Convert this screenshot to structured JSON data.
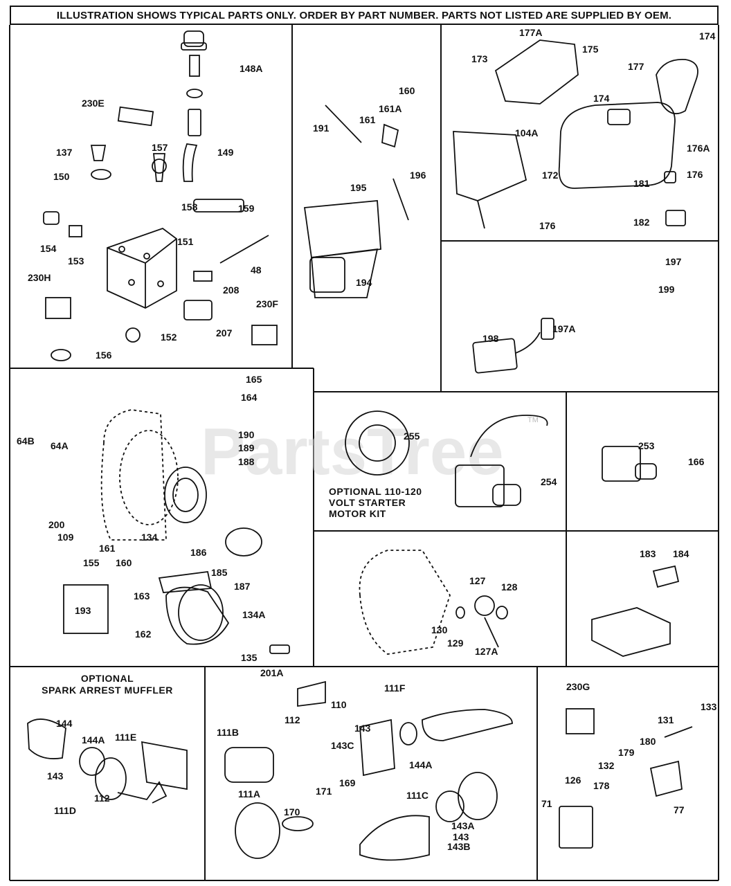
{
  "header": "ILLUSTRATION SHOWS TYPICAL PARTS ONLY. ORDER BY PART NUMBER. PARTS NOT LISTED ARE SUPPLIED BY OEM.",
  "watermark": "PartsTree",
  "watermark_tm": "TM",
  "captions": {
    "starter_kit": [
      "OPTIONAL 110-120",
      "VOLT STARTER",
      "MOTOR KIT"
    ],
    "spark_muffler": [
      "OPTIONAL",
      "SPARK ARREST MUFFLER"
    ]
  },
  "callouts": {
    "fuel_tank_panel": [
      "148A",
      "230E",
      "149",
      "137",
      "157",
      "150",
      "158",
      "159",
      "154",
      "151",
      "153",
      "48",
      "230H",
      "208",
      "230F",
      "207",
      "152",
      "156"
    ],
    "linkage_panel": [
      "160",
      "161A",
      "191",
      "161",
      "196",
      "195",
      "194"
    ],
    "tank_panel": [
      "177A",
      "173",
      "175",
      "174",
      "174",
      "177",
      "104A",
      "176A",
      "176",
      "172",
      "181",
      "176",
      "182"
    ],
    "switch_panel": [
      "197",
      "199",
      "198",
      "197A"
    ],
    "blower_panel": [
      "165",
      "164",
      "64B",
      "64A",
      "190",
      "189",
      "188",
      "200",
      "109",
      "155",
      "161",
      "160",
      "134",
      "186",
      "185",
      "187",
      "163",
      "134A",
      "193",
      "162",
      "135"
    ],
    "starter_kit_panel": [
      "255",
      "254"
    ],
    "starter_panel": [
      "253",
      "166"
    ],
    "flywheel_panel": [
      "127",
      "128",
      "130",
      "129",
      "127A"
    ],
    "screen_panel": [
      "183",
      "184"
    ],
    "spark_muffler_panel": [
      "144",
      "144A",
      "111E",
      "143",
      "112",
      "111D"
    ],
    "muffler_panel": [
      "201A",
      "110",
      "111F",
      "112",
      "111B",
      "143",
      "143C",
      "144A",
      "111A",
      "171",
      "169",
      "170",
      "111C",
      "143A",
      "143",
      "143B"
    ],
    "control_panel": [
      "230G",
      "133",
      "131",
      "180",
      "179",
      "132",
      "178",
      "126",
      "77",
      "71"
    ]
  }
}
